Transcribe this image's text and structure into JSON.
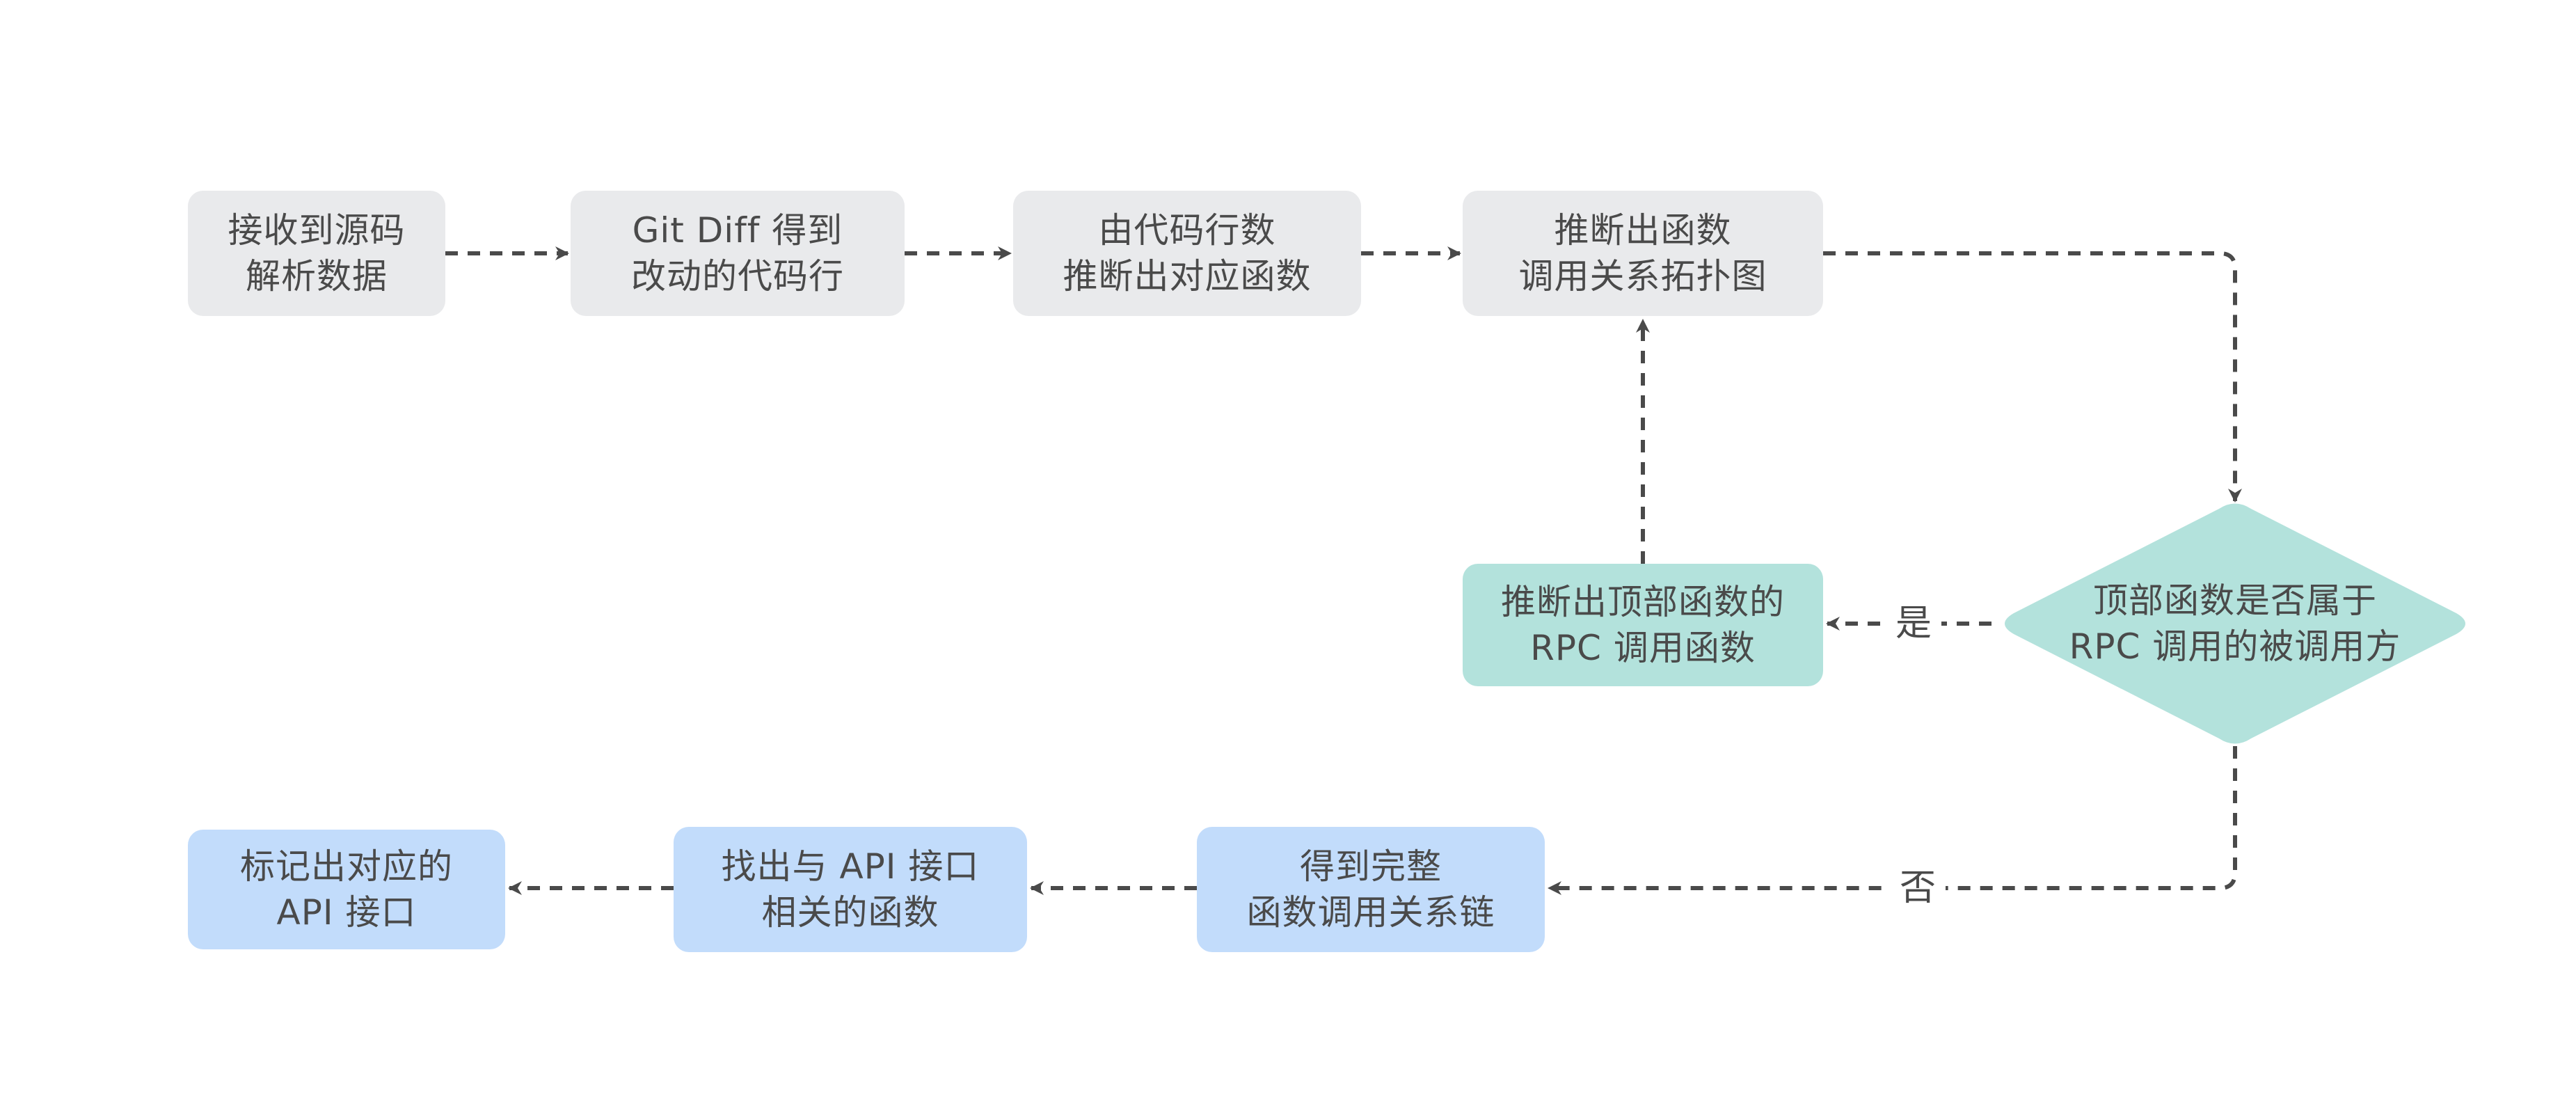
{
  "nodes": {
    "receive": {
      "lines": [
        "接收到源码",
        "解析数据"
      ]
    },
    "git_diff": {
      "lines": [
        "Git Diff 得到",
        "改动的代码行"
      ]
    },
    "infer_func": {
      "lines": [
        "由代码行数",
        "推断出对应函数"
      ]
    },
    "call_graph": {
      "lines": [
        "推断出函数",
        "调用关系拓扑图"
      ]
    },
    "decision": {
      "lines": [
        "顶部函数是否属于",
        "RPC 调用的被调用方"
      ]
    },
    "rpc_caller": {
      "lines": [
        "推断出顶部函数的",
        "RPC 调用函数"
      ]
    },
    "full_chain": {
      "lines": [
        "得到完整",
        "函数调用关系链"
      ]
    },
    "api_funcs": {
      "lines": [
        "找出与 API 接口",
        "相关的函数"
      ]
    },
    "mark_api": {
      "lines": [
        "标记出对应的",
        "API 接口"
      ]
    }
  },
  "edges": {
    "yes_label": "是",
    "no_label": "否"
  },
  "colors": {
    "gray_box": "#e9eaec",
    "teal_box": "#b3e2dc",
    "blue_box": "#c2dcfb",
    "line": "#4a4a4a",
    "text": "#4a4a4a"
  }
}
